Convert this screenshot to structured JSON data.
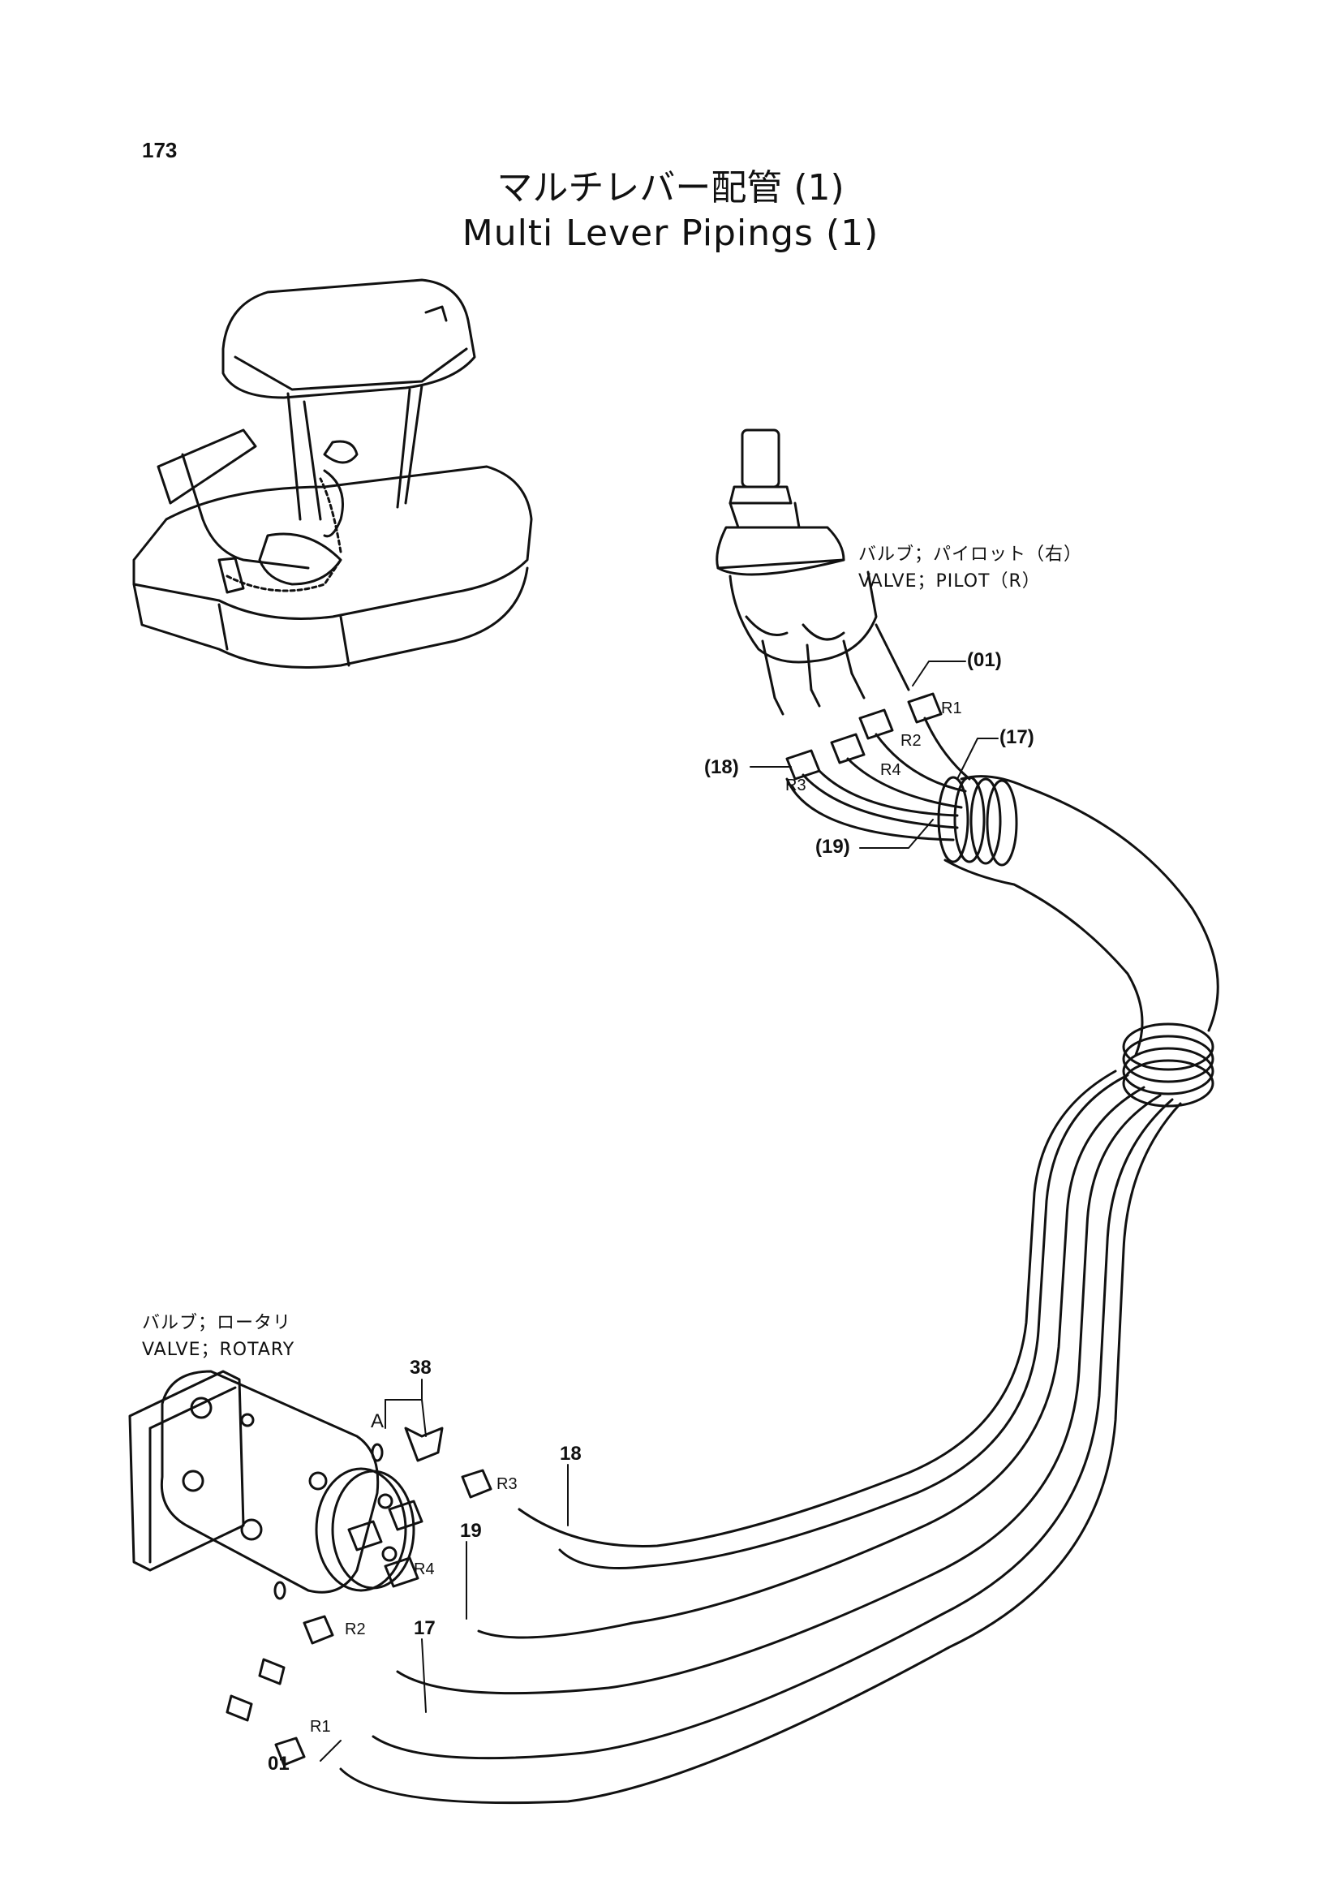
{
  "page_number": "173",
  "title_jp": "マルチレバー配管 (1)",
  "title_en": "Multi Lever Pipings (1)",
  "pilot_valve": {
    "label_jp": "バルブ；パイロット（右）",
    "label_en": "VALVE；PILOT（R）"
  },
  "rotary_valve": {
    "label_jp": "バルブ；ロータリ",
    "label_en": "VALVE；ROTARY"
  },
  "callouts": {
    "c01_top": "(01)",
    "c17_top": "(17)",
    "c18_top": "(18)",
    "c19_top": "(19)",
    "c38": "38",
    "cA": "A",
    "c18_bottom": "18",
    "c19_bottom": "19",
    "c17_bottom": "17",
    "c01_bottom": "01"
  },
  "ports": {
    "r1_top": "R1",
    "r2_top": "R2",
    "r3_top": "R3",
    "r4_top": "R4",
    "r1_bottom": "R1",
    "r2_bottom": "R2",
    "r3_bottom": "R3",
    "r4_bottom": "R4"
  },
  "icons": [
    "excavator-overview-icon",
    "pilot-valve-icon",
    "rotary-valve-icon"
  ]
}
